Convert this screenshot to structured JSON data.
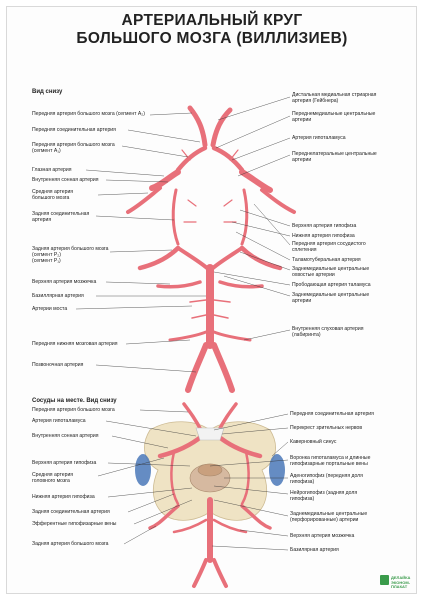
{
  "title_line1": "АРТЕРИАЛЬНЫЙ КРУГ",
  "title_line2": "БОЛЬШОГО МОЗГА (ВИЛЛИЗИЕВ)",
  "section_top": "Вид снизу",
  "section_bottom": "Сосуды на месте. Вид снизу",
  "top_left": [
    "Передняя артерия большого мозга (сегмент A₂)",
    "Передняя соединительная артерия",
    "Передняя артерия большого мозга\n(сегмент A₁)",
    "Глазная артерия",
    "Внутренняя сонная артерия",
    "Средняя артерия\nбольшого мозга",
    "Задняя соединительная\nартерия",
    "Задняя артерия большого мозга\n(сегмент P₂)\n(сегмент P₁)",
    "Верхняя артерия мозжечка",
    "Базиллярная артерия",
    "Артерии моста",
    "Передняя нижняя мозговая артерия",
    "Позвоночная артерия"
  ],
  "top_right": [
    "Дистальная медиальная стриарная\nартерия (Гейбнера)",
    "Переднемедиальные центральные\nартерии",
    "Артерия гипоталамуса",
    "Переднелатеральные центральные\nартерии",
    "Верхняя артерия гипофиза",
    "Нижняя артерия гипофиза",
    "Передняя артерия сосудистого\nсплетения",
    "Таламотуберальная артерия",
    "Заднемедиальные центральные\nохвостые артерии",
    "Прободающая артерия таламуса",
    "Заднемедиальные центральные\nартерии",
    "Внутренняя слуховая артерия\n(лабиринта)"
  ],
  "bottom_left": [
    "Передняя артерия большого мозга",
    "Артерия гипоталамуса",
    "Внутренняя сонная артерия",
    "Верхняя артерия гипофиза",
    "Средняя артерия\nголовного мозга",
    "Нижняя артерия гипофиза",
    "Задняя соединительная артерия",
    "Эфферентные гипофизарные вены",
    "Задняя артерия большого мозга"
  ],
  "bottom_right": [
    "Передняя соединительная артерия",
    "Перекрест зрительных нервов",
    "Каверновный синус",
    "Воронка гипоталамуса и длинные\nгипофизарные портальные вены",
    "Аденогипофиз (передняя доля\nгипофиза)",
    "Нейрогипофиз (задняя доля\nгипофиза)",
    "Заднемедиальные центральные\n(перфорированные) артерии",
    "Верхняя артерия мозжечка",
    "Базилярная артерия"
  ],
  "logo": "ДЕЛАЙКА\nЭКОНОМ-ПЛАКАТ",
  "colors": {
    "artery": "#e8707a",
    "artery_dark": "#c9464f",
    "vein": "#4a78b8",
    "bone": "#efe3c4",
    "gland": "#d6b9a0"
  }
}
